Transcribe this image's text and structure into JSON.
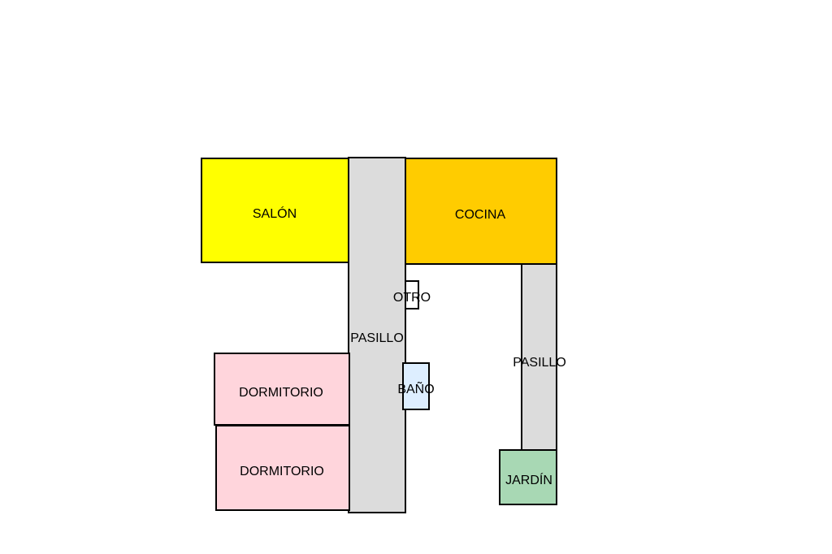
{
  "rooms": {
    "salon": {
      "label": "SALÓN",
      "color": "#ffff00"
    },
    "cocina": {
      "label": "COCINA",
      "color": "#ffcc00"
    },
    "pasillo_1": {
      "label": "PASILLO",
      "color": "#dcdcdc"
    },
    "pasillo_2": {
      "label": "PASILLO",
      "color": "#dcdcdc"
    },
    "otro": {
      "label": "OTRO",
      "color": "#ffffff"
    },
    "bano": {
      "label": "BAÑO",
      "color": "#ddeeff"
    },
    "dormitorio_1": {
      "label": "DORMITORIO",
      "color": "#ffd5dc"
    },
    "dormitorio_2": {
      "label": "DORMITORIO",
      "color": "#ffd5dc"
    },
    "jardin": {
      "label": "JARDÍN",
      "color": "#a8d8b4"
    }
  }
}
